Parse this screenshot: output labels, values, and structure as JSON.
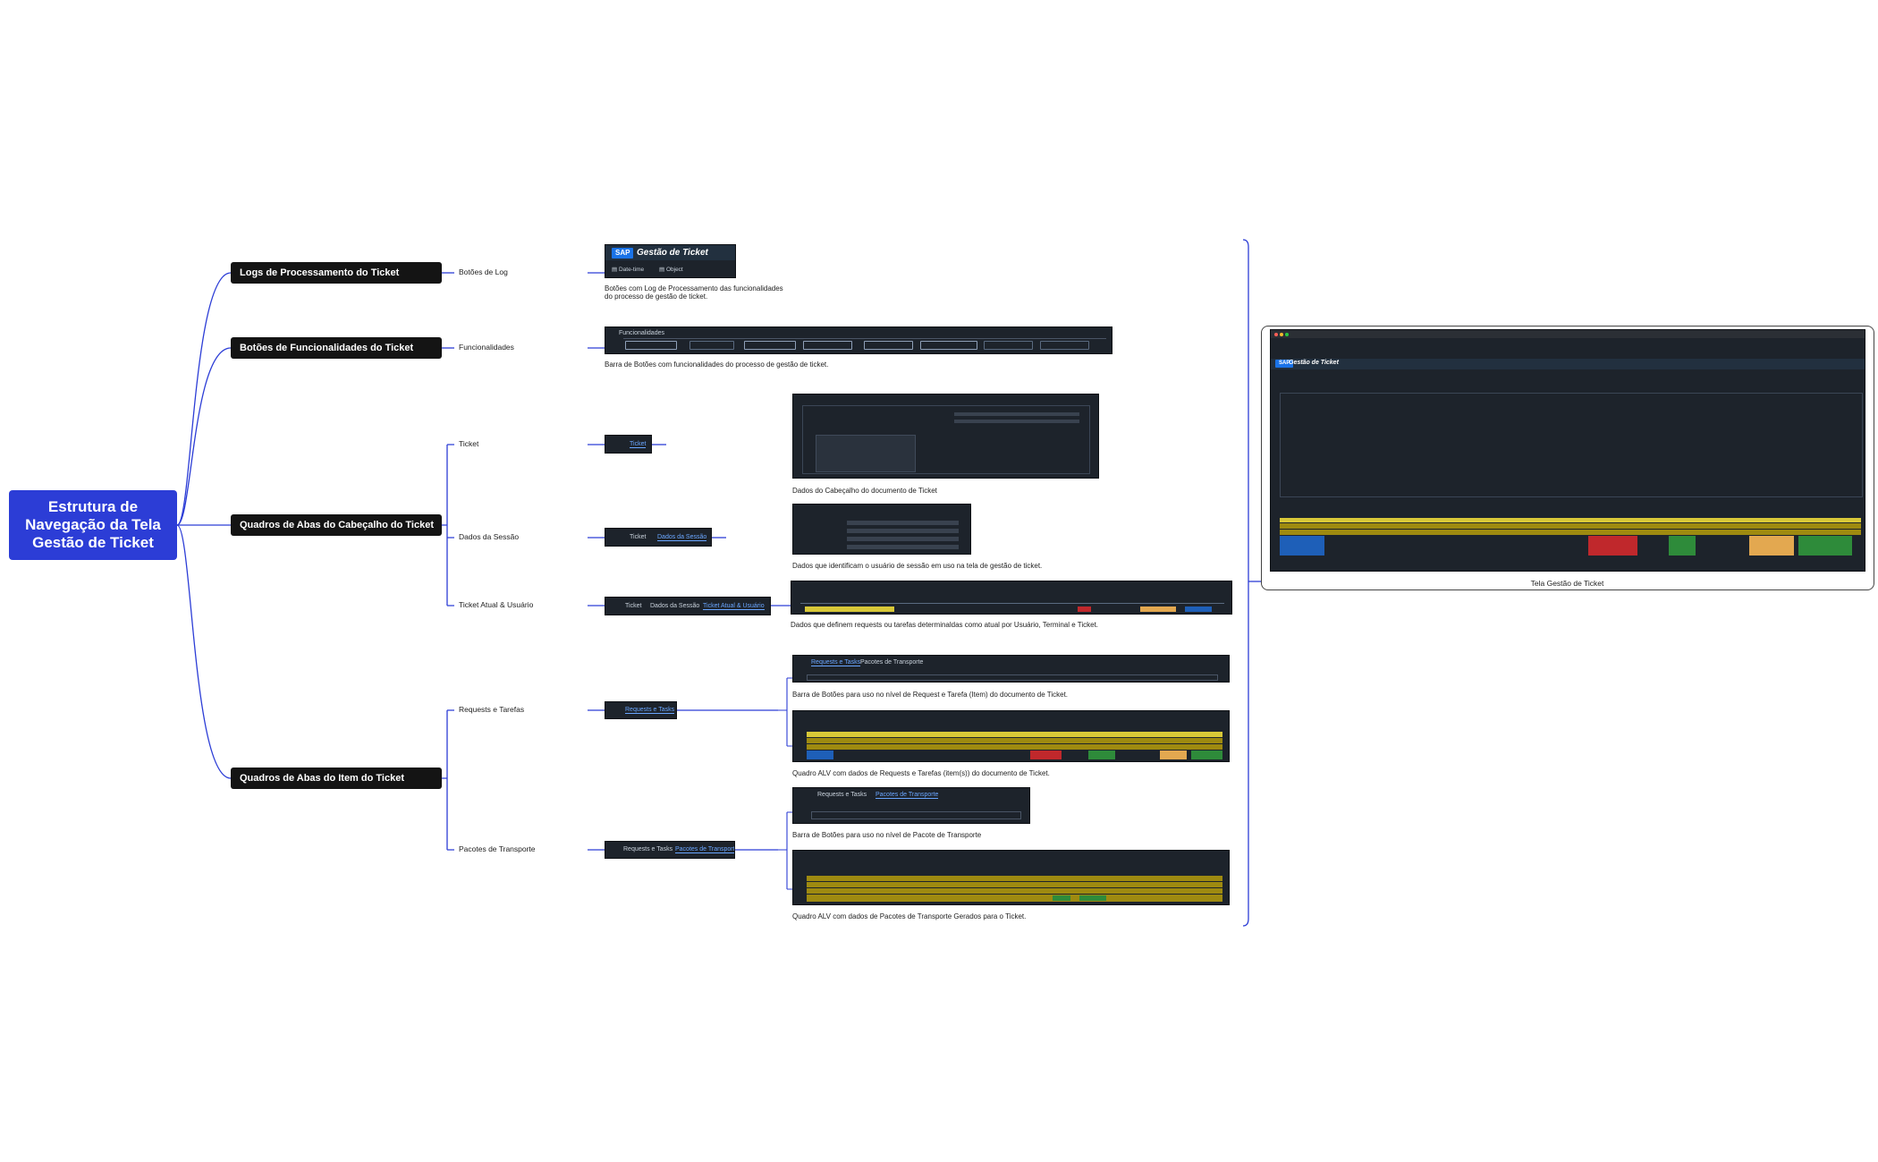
{
  "root": {
    "title": "Estrutura de Navegação da Tela Gestão de Ticket"
  },
  "main_nodes": [
    {
      "label": "Logs de Processamento do Ticket"
    },
    {
      "label": "Botões de Funcionalidades do Ticket"
    },
    {
      "label": "Quadros de Abas do Cabeçalho do Ticket"
    },
    {
      "label": "Quadros de Abas do Item do Ticket"
    }
  ],
  "sub_nodes": [
    {
      "label": "Botões de Log"
    },
    {
      "label": "Funcionalidades"
    },
    {
      "label": "Ticket"
    },
    {
      "label": "Dados da Sessão"
    },
    {
      "label": "Ticket Atual & Usuário"
    },
    {
      "label": "Requests e Tarefas"
    },
    {
      "label": "Pacotes de Transporte"
    }
  ],
  "thumbs": {
    "gestao_title": "Gestão de Ticket",
    "gestao_sap": "SAP",
    "date_time": "Date-time",
    "object": "Object",
    "funcionalidades": "Funcionalidades",
    "tab_ticket": "Ticket",
    "tab_dados_sessao": "Dados da Sessão",
    "tab_ticket_atual": "Ticket Atual & Usuário",
    "tab_requests_tasks": "Requests e Tasks",
    "tab_pacotes": "Pacotes de Transporte"
  },
  "captions": [
    {
      "text": "Botões com Log de Processamento das funcionalidades do processo de gestão de ticket."
    },
    {
      "text": "Barra de Botões com funcionalidades do processo de gestão de ticket."
    },
    {
      "text": "Dados do Cabeçalho do documento de Ticket"
    },
    {
      "text": "Dados que identificam o usuário de sessão em uso na tela de gestão de ticket."
    },
    {
      "text": "Dados que definem requests ou tarefas determinaldas como atual por Usuário, Terminal e Ticket."
    },
    {
      "text": "Barra de Botões para uso no nível de Request e Tarefa (Item) do documento de Ticket."
    },
    {
      "text": "Quadro ALV com dados de Requests e Tarefas (item(s)) do documento de Ticket."
    },
    {
      "text": "Barra de Botões para uso no nível de Pacote de Transporte"
    },
    {
      "text": "Quadro ALV com dados de Pacotes de Transporte Gerados para o Ticket."
    }
  ],
  "screen": {
    "caption": "Tela Gestão de Ticket",
    "title": "Gestão de Ticket"
  },
  "colors": {
    "root": "#2c3dd6",
    "wire": "#2c3dd6",
    "node": "#141414",
    "sap_bg": "#1d232b",
    "yellow": "#d8c838",
    "gold": "#9e8a10",
    "green": "#2e8b3a",
    "red": "#c0282c",
    "blue": "#1e5fb8"
  }
}
